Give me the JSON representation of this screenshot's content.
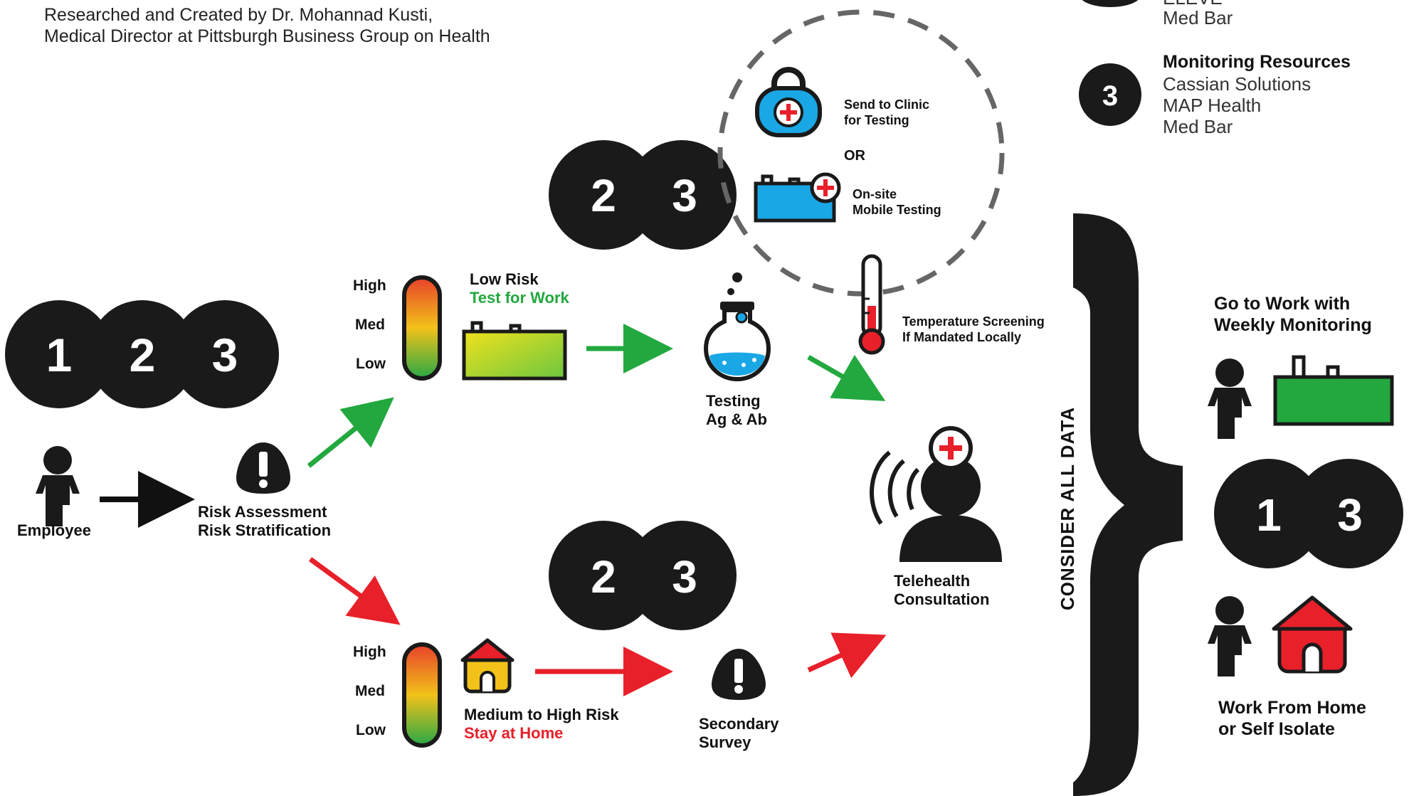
{
  "credit": {
    "line1": "Researched and Created by Dr. Mohannad Kusti,",
    "line2": "Medical Director at Pittsburgh Business Group on Health"
  },
  "legend": {
    "partial_item1": "ELEVE",
    "partial_item2": "Med Bar",
    "badge3": "3",
    "monitoring_title": "Monitoring Resources",
    "monitoring_items": [
      "Cassian Solutions",
      "MAP Health",
      "Med Bar"
    ]
  },
  "badges": {
    "top_left": [
      "1",
      "2",
      "3"
    ],
    "testing_pair": [
      "2",
      "3"
    ],
    "stay_home_pair": [
      "2",
      "3"
    ],
    "outcome_pair": [
      "1",
      "3"
    ]
  },
  "steps": {
    "employee": "Employee",
    "risk_line1": "Risk Assessment",
    "risk_line2": "Risk Stratification",
    "low_risk_line1": "Low Risk",
    "low_risk_line2": "Test for Work",
    "med_high_line1": "Medium to High Risk",
    "med_high_line2": "Stay at Home",
    "testing_line1": "Testing",
    "testing_line2": "Ag & Ab",
    "secondary_line1": "Secondary",
    "secondary_line2": "Survey",
    "telehealth_line1": "Telehealth",
    "telehealth_line2": "Consultation",
    "clinic_line1": "Send to Clinic",
    "clinic_line2": "for Testing",
    "or": "OR",
    "onsite_line1": "On-site",
    "onsite_line2": "Mobile Testing",
    "temp_line1": "Temperature Screening",
    "temp_line2": "If Mandated Locally"
  },
  "scale": {
    "high": "High",
    "med": "Med",
    "low": "Low"
  },
  "consider": "CONSIDER ALL DATA",
  "outcomes": {
    "work_line1": "Go to Work with",
    "work_line2": "Weekly Monitoring",
    "home_line1": "Work From Home",
    "home_line2": "or Self Isolate"
  },
  "colors": {
    "green": "#22a83f",
    "red": "#e8202a",
    "blue": "#1aa7e6",
    "black": "#1a1a1a"
  }
}
